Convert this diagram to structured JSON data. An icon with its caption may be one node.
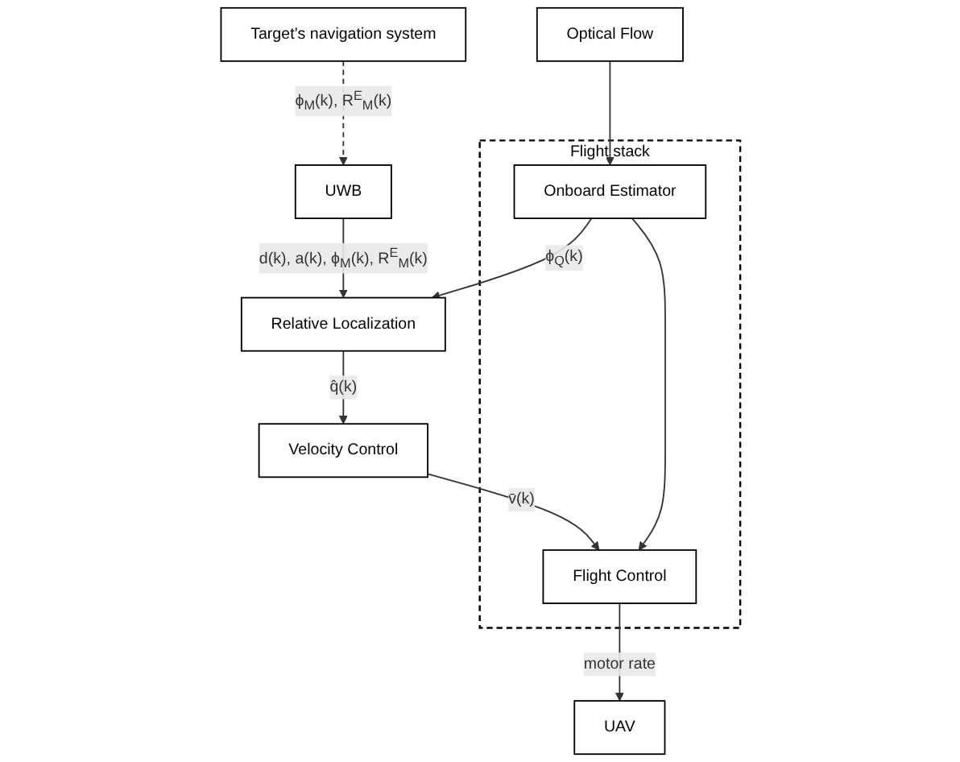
{
  "diagram": {
    "nodes": [
      {
        "text": [
          "Velocity Control"
        ]
      },
      {
        "text": [
          "Flight stack"
        ]
      },
      {
        "text": [
          "Flight Control"
        ],
        "in": 1
      },
      {
        "text": [
          "UAV"
        ]
      },
      {
        "text": [
          "Relative Localization"
        ]
      },
      {
        "text": [
          "Onboard Estimator"
        ],
        "in": 1
      },
      {
        "text": [
          "Optical Flow"
        ]
      },
      {
        "text": [
          "UWB"
        ]
      },
      {
        "text": [
          "Target’s navigation system"
        ]
      }
    ],
    "edges": [
      {
        "from": 0,
        "to": 2,
        "arrow": "to",
        "label": "v̄(k)"
      },
      {
        "from": 2,
        "to": 3,
        "arrow": "to",
        "label": "motor rate"
      },
      {
        "from": 4,
        "to": 0,
        "arrow": "to",
        "label": "q̂(k)"
      },
      {
        "from": 5,
        "to": 2,
        "arrow": "to"
      },
      {
        "from": 5,
        "to": 4,
        "arrow": "to",
        "label": "ϕ$_{Q}$(k)"
      },
      {
        "from": 6,
        "to": 5,
        "arrow": "to"
      },
      {
        "from": 7,
        "to": 4,
        "arrow": "to",
        "label": "d(k), a(k), ϕ$_{M}$(k), R$^{E}$$_{M}$(k)"
      },
      {
        "from": 8,
        "to": 7,
        "arrow": "to",
        "style": "dashed",
        "label": "ϕ$_{M}$(k), R$^{E}$$_{M}$(k)"
      }
    ]
  }
}
